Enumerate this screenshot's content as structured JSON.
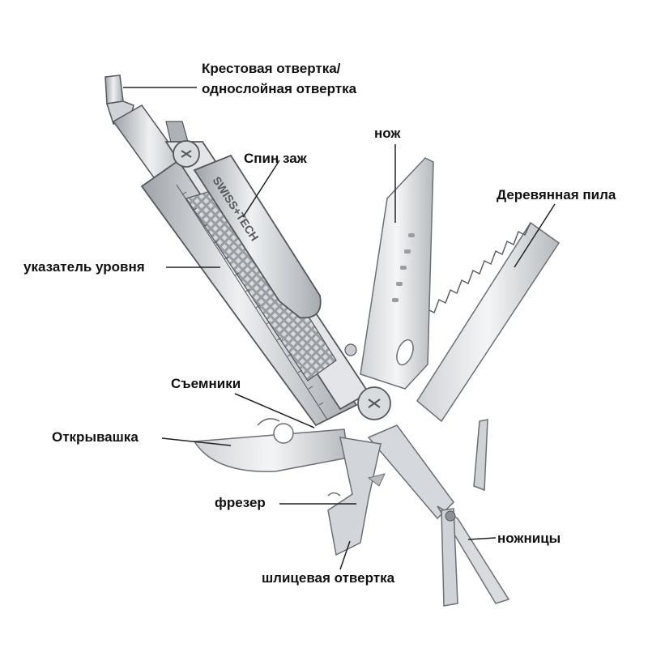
{
  "labels": {
    "phillips_line1": "Крестовая отвертка/",
    "phillips_line2": "однослойная отвертка",
    "knife": "нож",
    "clip": "Спин заж",
    "wood_saw": "Деревянная пила",
    "level": "указатель уровня",
    "strippers": "Съемники",
    "opener": "Открывашка",
    "cutter": "фрезер",
    "scissors": "ножницы",
    "slotted": "шлицевая отвертка"
  },
  "brand": "SWISS+TECH",
  "colors": {
    "steel_light": "#e9eaec",
    "steel_mid": "#c3c6ca",
    "steel_dark": "#8d9196",
    "outline": "#55595e",
    "label_text": "#111111"
  }
}
